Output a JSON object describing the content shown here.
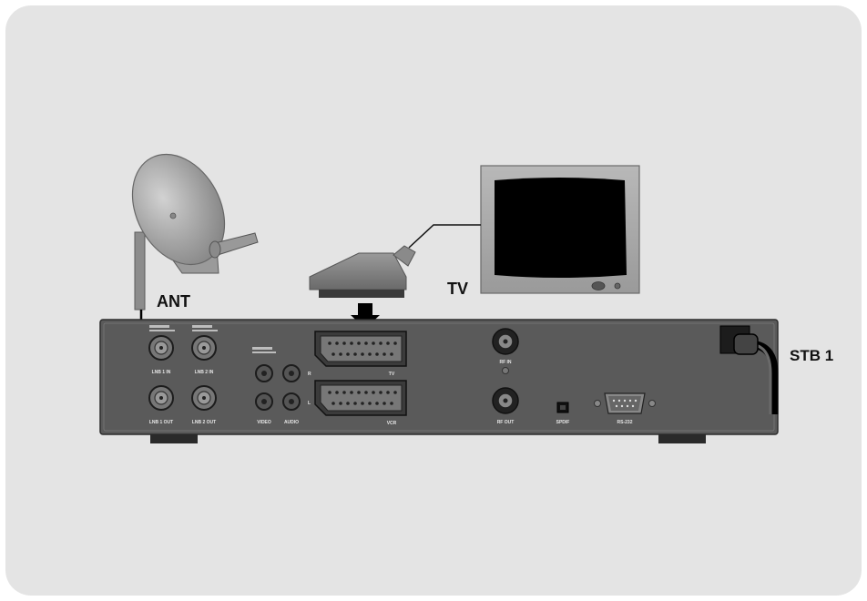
{
  "labels": {
    "antenna": "ANT",
    "tv": "TV",
    "stb": "STB 1"
  },
  "panel": {
    "lnb1_in": "LNB 1 IN",
    "lnb2_in": "LNB 2 IN",
    "lnb1_out": "LNB 1 OUT",
    "lnb2_out": "LNB 2 OUT",
    "video": "VIDEO",
    "audio": "AUDIO",
    "audio_r": "R",
    "audio_l": "L",
    "scart_tv": "TV",
    "scart_vcr": "VCR",
    "rf_in": "RF IN",
    "rf_out": "RF OUT",
    "spdif": "SPDIF",
    "rs232": "RS-232"
  },
  "colors": {
    "background_card": "#e4e4e4",
    "stb_body": "#5a5a5a",
    "screen": "#000000"
  }
}
